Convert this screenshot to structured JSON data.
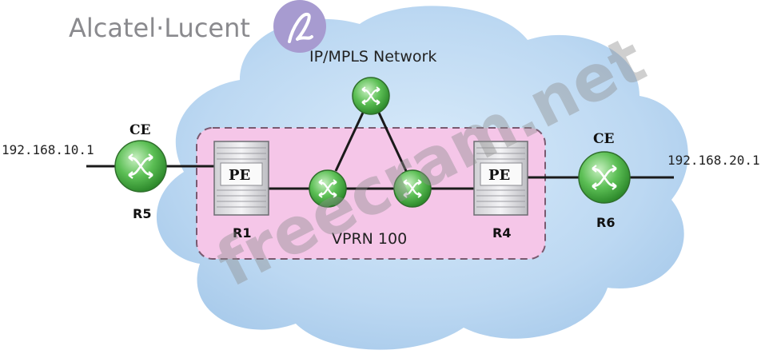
{
  "logo": {
    "brand": "Alcatel·Lucent",
    "mark": "alcatel-lucent-logo-mark"
  },
  "cloud": {
    "title": "IP/MPLS Network",
    "color": "#bcd8f2"
  },
  "vprn": {
    "label": "VPRN 100",
    "fill": "#f5c6e8",
    "border": "#7a5a70"
  },
  "routers": {
    "ce_left": {
      "role": "CE",
      "name": "R5",
      "ip": "192.168.10.1"
    },
    "pe_left": {
      "role": "PE",
      "name": "R1"
    },
    "pe_right": {
      "role": "PE",
      "name": "R4"
    },
    "ce_right": {
      "role": "CE",
      "name": "R6",
      "ip": "192.168.20.1"
    }
  },
  "core_nodes": [
    "core-router-top",
    "core-router-left",
    "core-router-right"
  ],
  "watermark": "freecram.net",
  "colors": {
    "router_green": "#4caf50",
    "line": "#1a1a1a",
    "logo_circle": "#a79bd0"
  }
}
